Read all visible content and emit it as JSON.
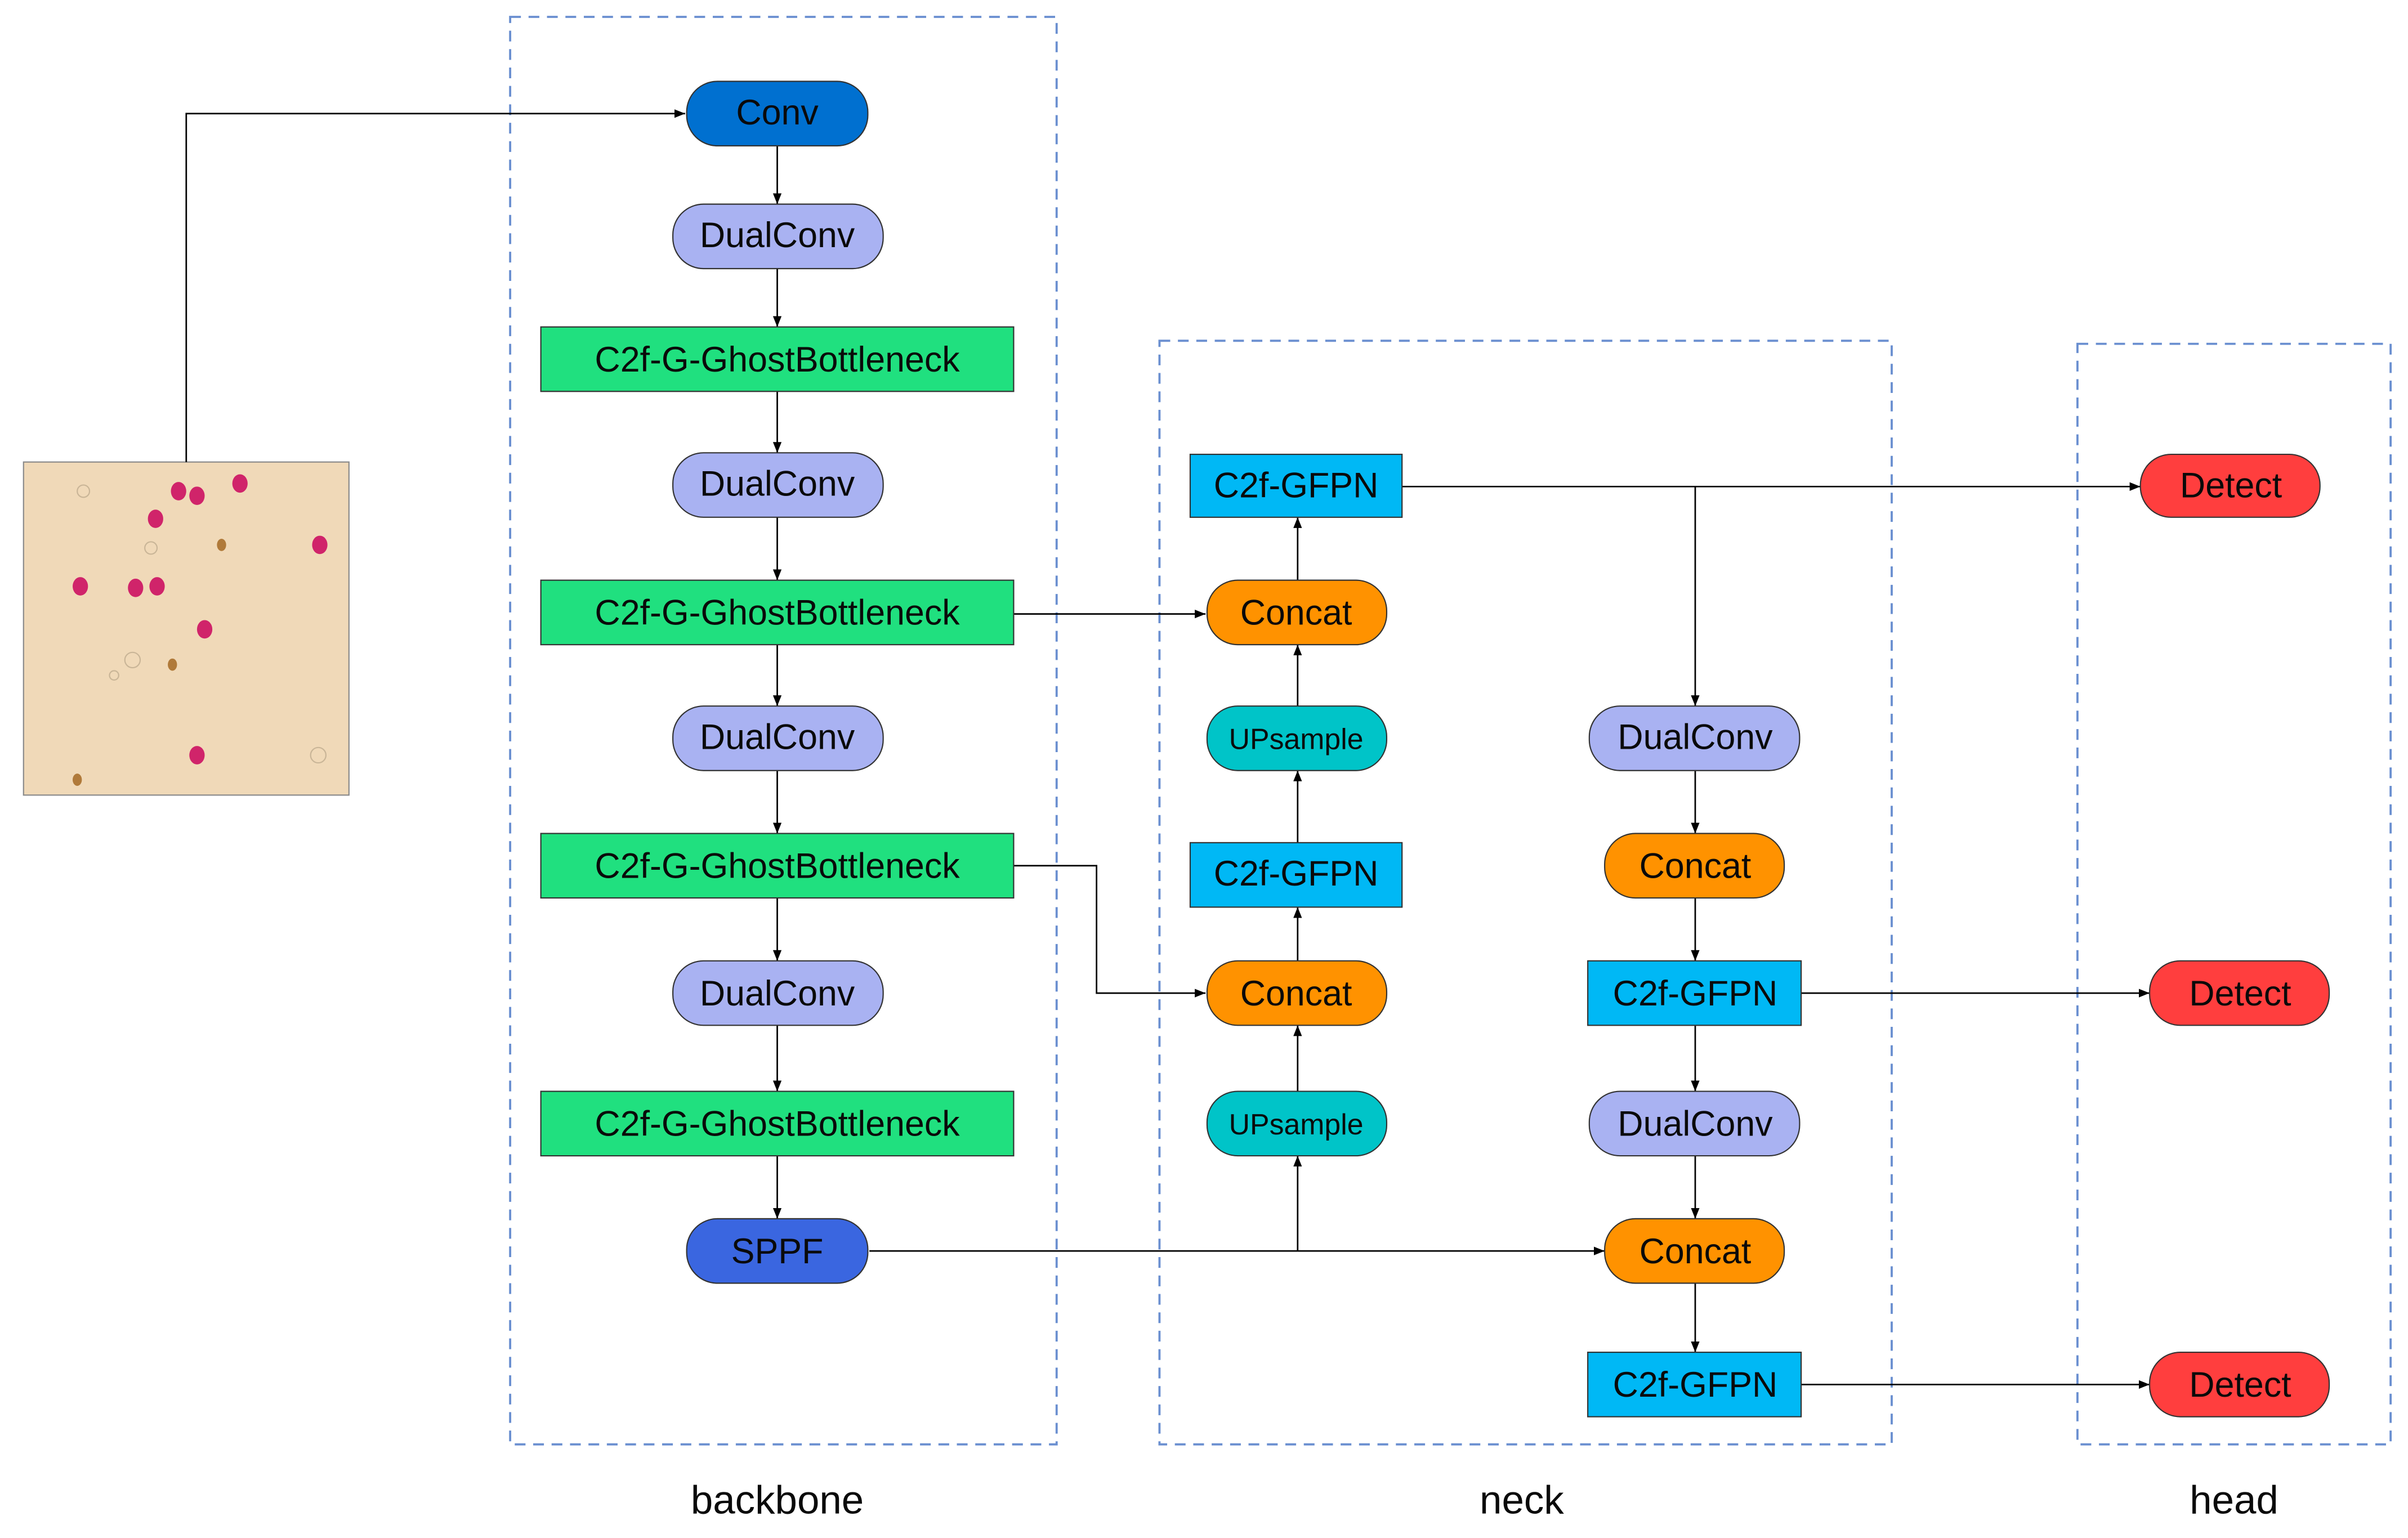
{
  "colors": {
    "conv": "#0070d0",
    "sppf": "#3a66e0",
    "dualconv": "#a9b2f2",
    "c2f_ghost": "#20e07f",
    "c2f_gfpn": "#00b8f5",
    "concat": "#ff9200",
    "upsample": "#00c4c8",
    "detect": "#ff3e3e",
    "group_border": "#6a8fd0"
  },
  "input_image": {
    "icon": "stained-cell-micrograph"
  },
  "groups": {
    "backbone": "backbone",
    "neck": "neck",
    "head": "head"
  },
  "backbone": {
    "conv": "Conv",
    "dualconv_1": "DualConv",
    "c2f_ghost_1": "C2f-G-GhostBottleneck",
    "dualconv_2": "DualConv",
    "c2f_ghost_2": "C2f-G-GhostBottleneck",
    "dualconv_3": "DualConv",
    "c2f_ghost_3": "C2f-G-GhostBottleneck",
    "dualconv_4": "DualConv",
    "c2f_ghost_4": "C2f-G-GhostBottleneck",
    "sppf": "SPPF"
  },
  "neck": {
    "gfpn_top": "C2f-GFPN",
    "concat_upper": "Concat",
    "upsample_upper": "UPsample",
    "gfpn_mid": "C2f-GFPN",
    "concat_lower": "Concat",
    "upsample_lower": "UPsample",
    "dualconv_right_1": "DualConv",
    "concat_right_1": "Concat",
    "gfpn_right_1": "C2f-GFPN",
    "dualconv_right_2": "DualConv",
    "concat_right_2": "Concat",
    "gfpn_right_2": "C2f-GFPN"
  },
  "head": {
    "detect_1": "Detect",
    "detect_2": "Detect",
    "detect_3": "Detect"
  }
}
